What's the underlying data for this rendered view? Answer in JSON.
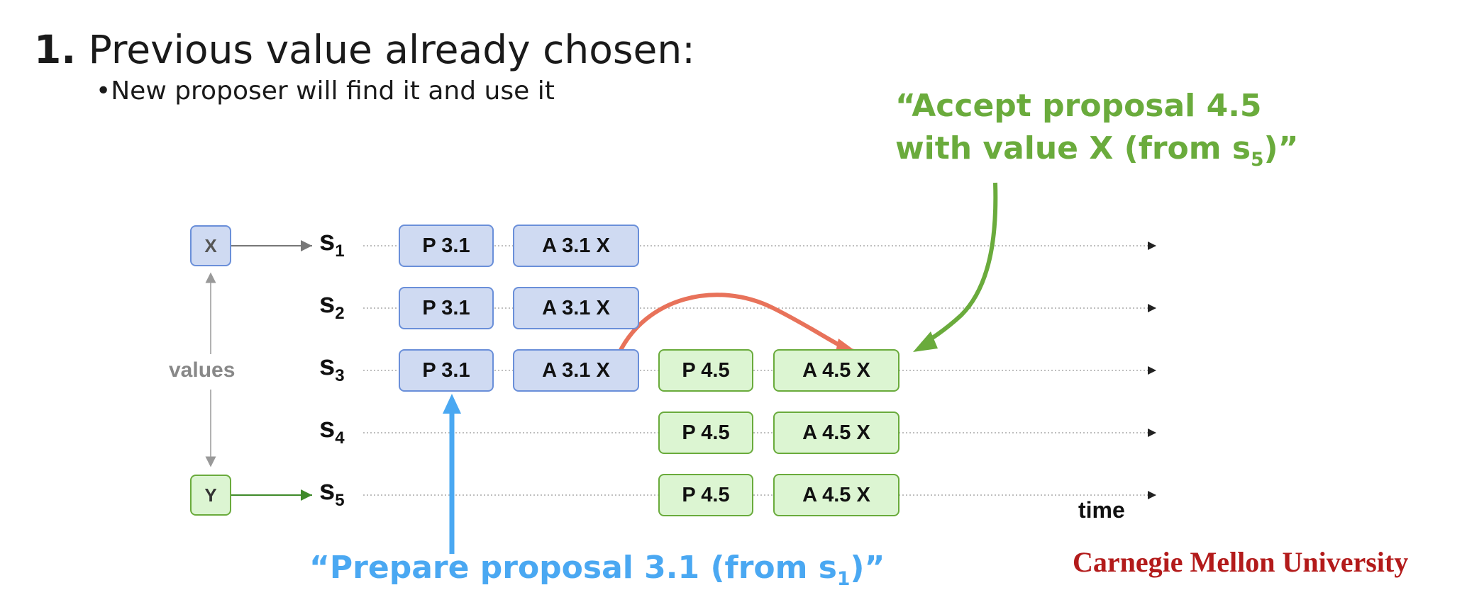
{
  "heading": {
    "number": "1.",
    "text": "Previous value already chosen:"
  },
  "bullet": "New proposer will find it and use it",
  "annotations": {
    "accept_line1": "“Accept proposal 4.5",
    "accept_line2_pre": "with value X (from s",
    "accept_line2_sub": "5",
    "accept_line2_post": ")”",
    "prepare_pre": "“Prepare proposal 3.1 (from s",
    "prepare_sub": "1",
    "prepare_post": ")”"
  },
  "values_label": "values",
  "sources": [
    {
      "label": "X",
      "color": "blue"
    },
    {
      "label": "Y",
      "color": "green"
    }
  ],
  "servers": [
    {
      "name": "s",
      "sub": "1"
    },
    {
      "name": "s",
      "sub": "2"
    },
    {
      "name": "s",
      "sub": "3"
    },
    {
      "name": "s",
      "sub": "4"
    },
    {
      "name": "s",
      "sub": "5"
    }
  ],
  "messages": {
    "p31": "P 3.1",
    "a31x": "A 3.1 X",
    "p45": "P 4.5",
    "a45x": "A 4.5 X"
  },
  "colors": {
    "blue_fill": "#cfdaf2",
    "blue_border": "#6a8fd9",
    "green_fill": "#dcf5d2",
    "green_border": "#6aab3c",
    "accent_green": "#6aab3c",
    "accent_blue": "#4aa8f2",
    "arc_red": "#e8725a",
    "logo_red": "#b31b1b"
  },
  "time_label": "time",
  "logo": "Carnegie Mellon University"
}
